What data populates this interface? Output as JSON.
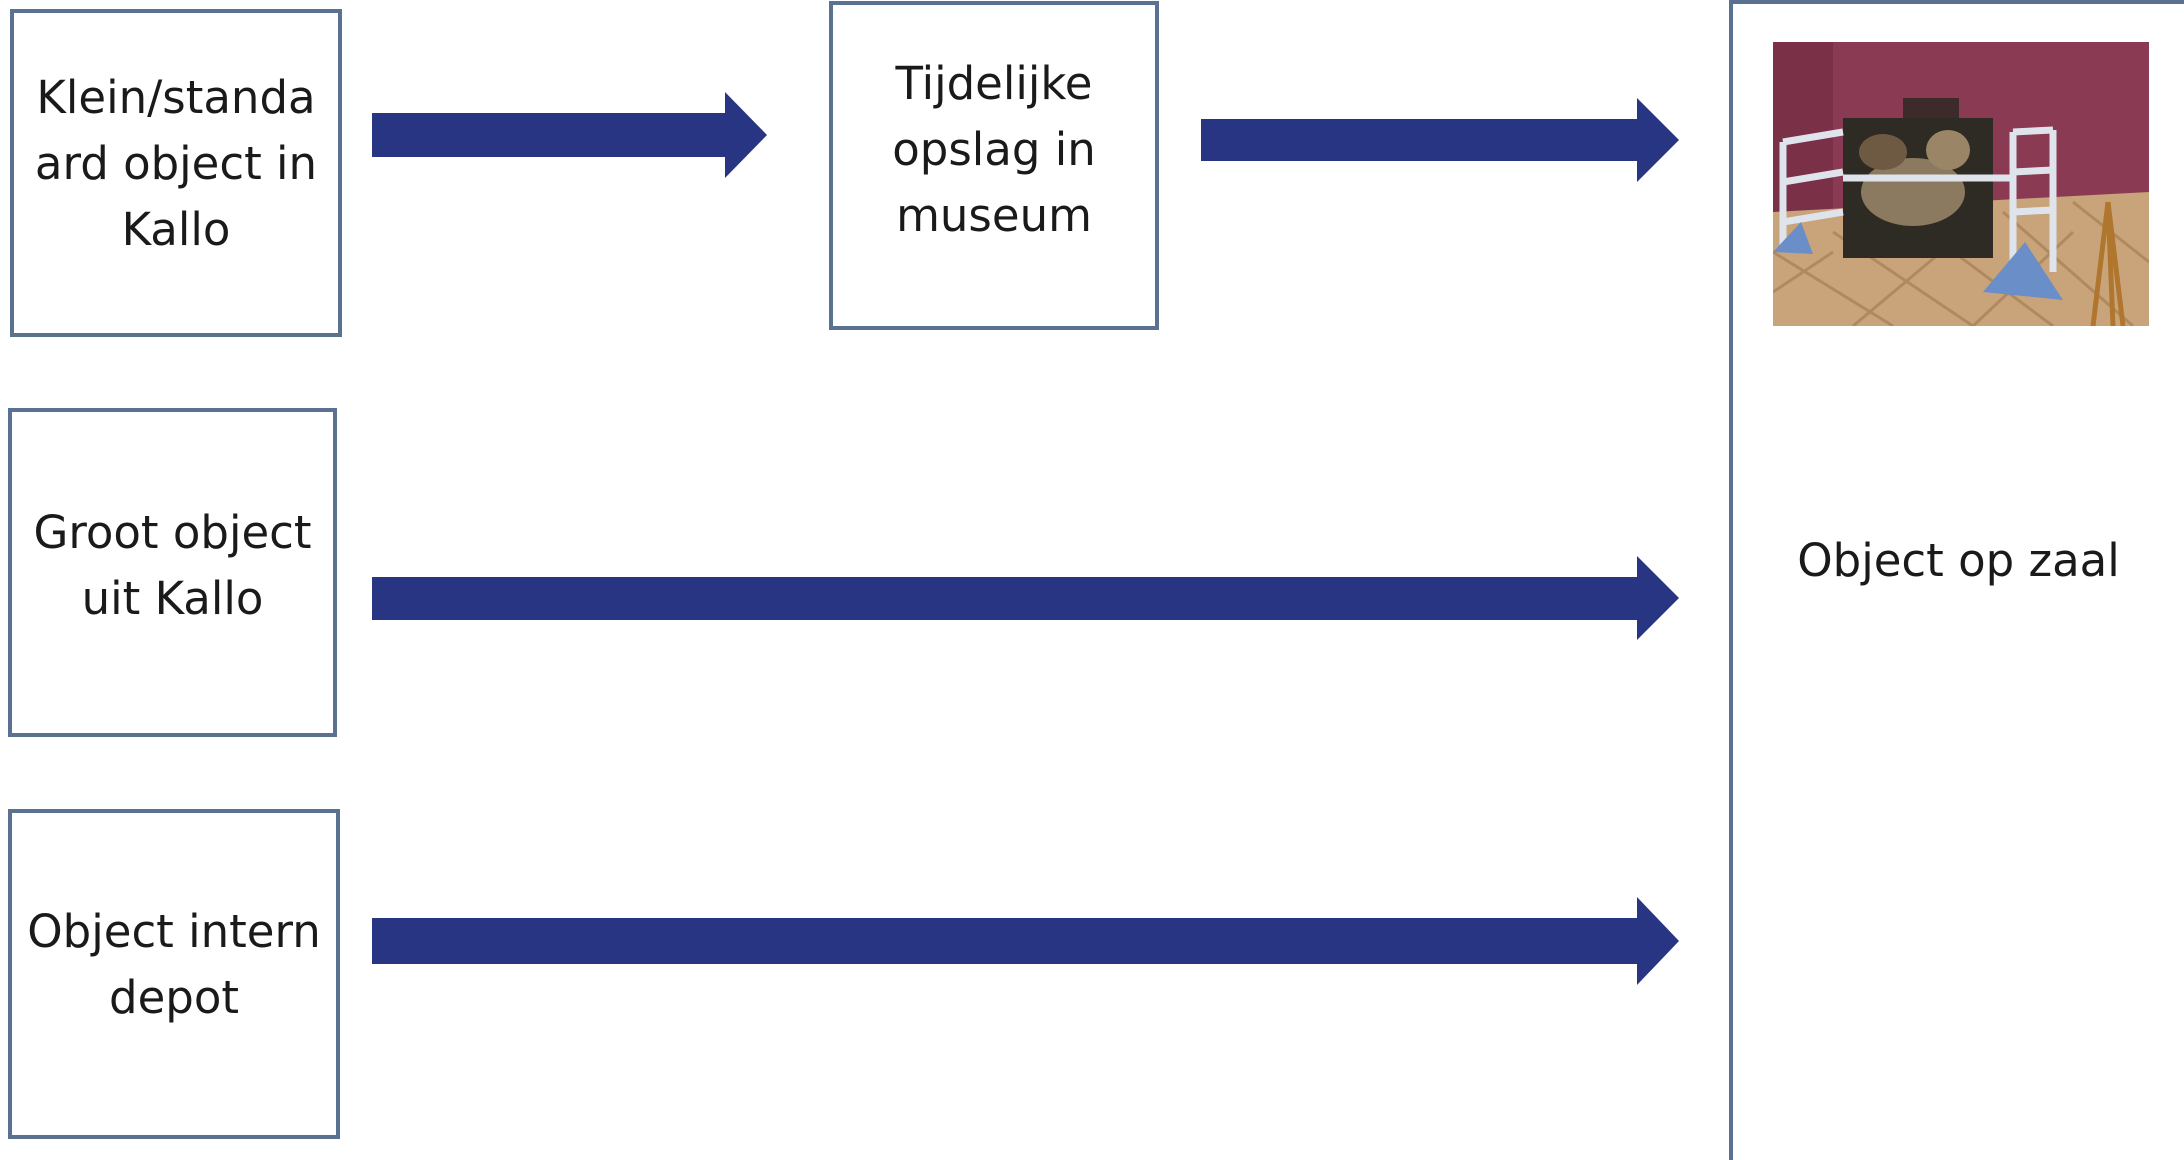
{
  "boxes": {
    "klein": "Klein/standaard object in Kallo",
    "tijdelijk": "Tijdelijke opslag in museum",
    "groot": "Groot object uit Kallo",
    "intern": "Object intern depot",
    "zaal": "Object op zaal"
  },
  "colors": {
    "arrow": "#283583",
    "box_border": "#5a7191",
    "wall": "#8a3a52",
    "floor": "#c9a47a"
  },
  "icons": {
    "photo": "museum-gallery-photo"
  }
}
